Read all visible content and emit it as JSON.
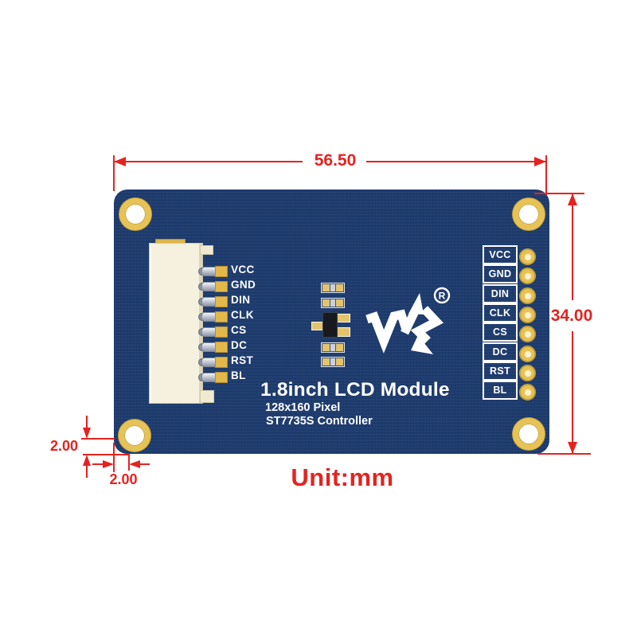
{
  "page": {
    "unit_label": "Unit:mm"
  },
  "dimensions": {
    "board_width": "56.50",
    "board_height": "34.00",
    "hole_offset_vertical": "2.00",
    "hole_offset_horizontal": "2.00"
  },
  "board": {
    "title": "1.8inch LCD Module",
    "resolution": "128x160 Pixel",
    "controller": "ST7735S Controller",
    "registered_mark": "R",
    "pins": [
      "VCC",
      "GND",
      "DIN",
      "CLK",
      "CS",
      "DC",
      "RST",
      "BL"
    ],
    "colors": {
      "pcb": "#1e3c6e",
      "gold": "#e7c355",
      "dimension_red": "#e42320",
      "connector_body": "#f6f1de",
      "silkscreen": "#ffffff"
    }
  }
}
